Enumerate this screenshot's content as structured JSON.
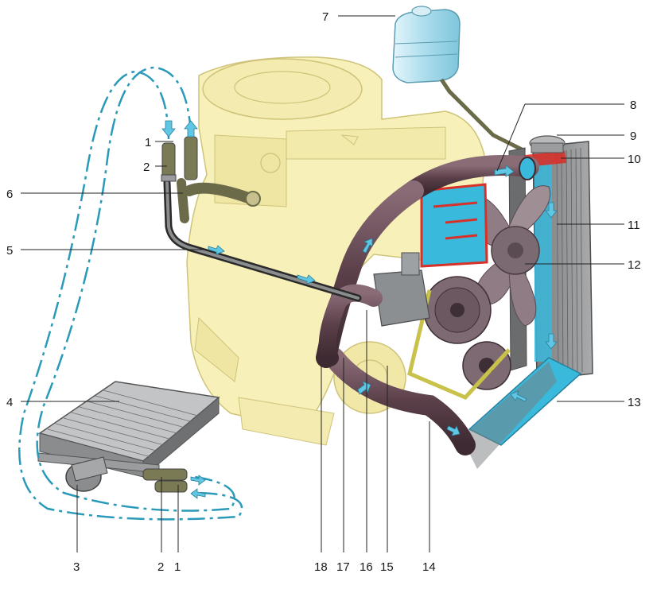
{
  "callouts": [
    {
      "id": "c7",
      "text": "7"
    },
    {
      "id": "c8",
      "text": "8"
    },
    {
      "id": "c9",
      "text": "9"
    },
    {
      "id": "c10",
      "text": "10"
    },
    {
      "id": "c11",
      "text": "11"
    },
    {
      "id": "c12",
      "text": "12"
    },
    {
      "id": "c13",
      "text": "13"
    },
    {
      "id": "c1a",
      "text": "1"
    },
    {
      "id": "c2a",
      "text": "2"
    },
    {
      "id": "c6",
      "text": "6"
    },
    {
      "id": "c5",
      "text": "5"
    },
    {
      "id": "c4",
      "text": "4"
    },
    {
      "id": "c3",
      "text": "3"
    },
    {
      "id": "c2b",
      "text": "2"
    },
    {
      "id": "c1b",
      "text": "1"
    },
    {
      "id": "c18",
      "text": "18"
    },
    {
      "id": "c17",
      "text": "17"
    },
    {
      "id": "c16",
      "text": "16"
    },
    {
      "id": "c15",
      "text": "15"
    },
    {
      "id": "c14",
      "text": "14"
    }
  ],
  "colors": {
    "engine": "#f7f0b8",
    "engine_line": "#cfc37a",
    "hose": "#6e4f5a",
    "coolant": "#39b9dc",
    "hot": "#d7312a",
    "heater": "#8a8c8e",
    "fan": "#8f7c84",
    "tank": "#bfe6f2",
    "belt": "#c8c24a",
    "pipe_line": "#2a9ab8"
  }
}
